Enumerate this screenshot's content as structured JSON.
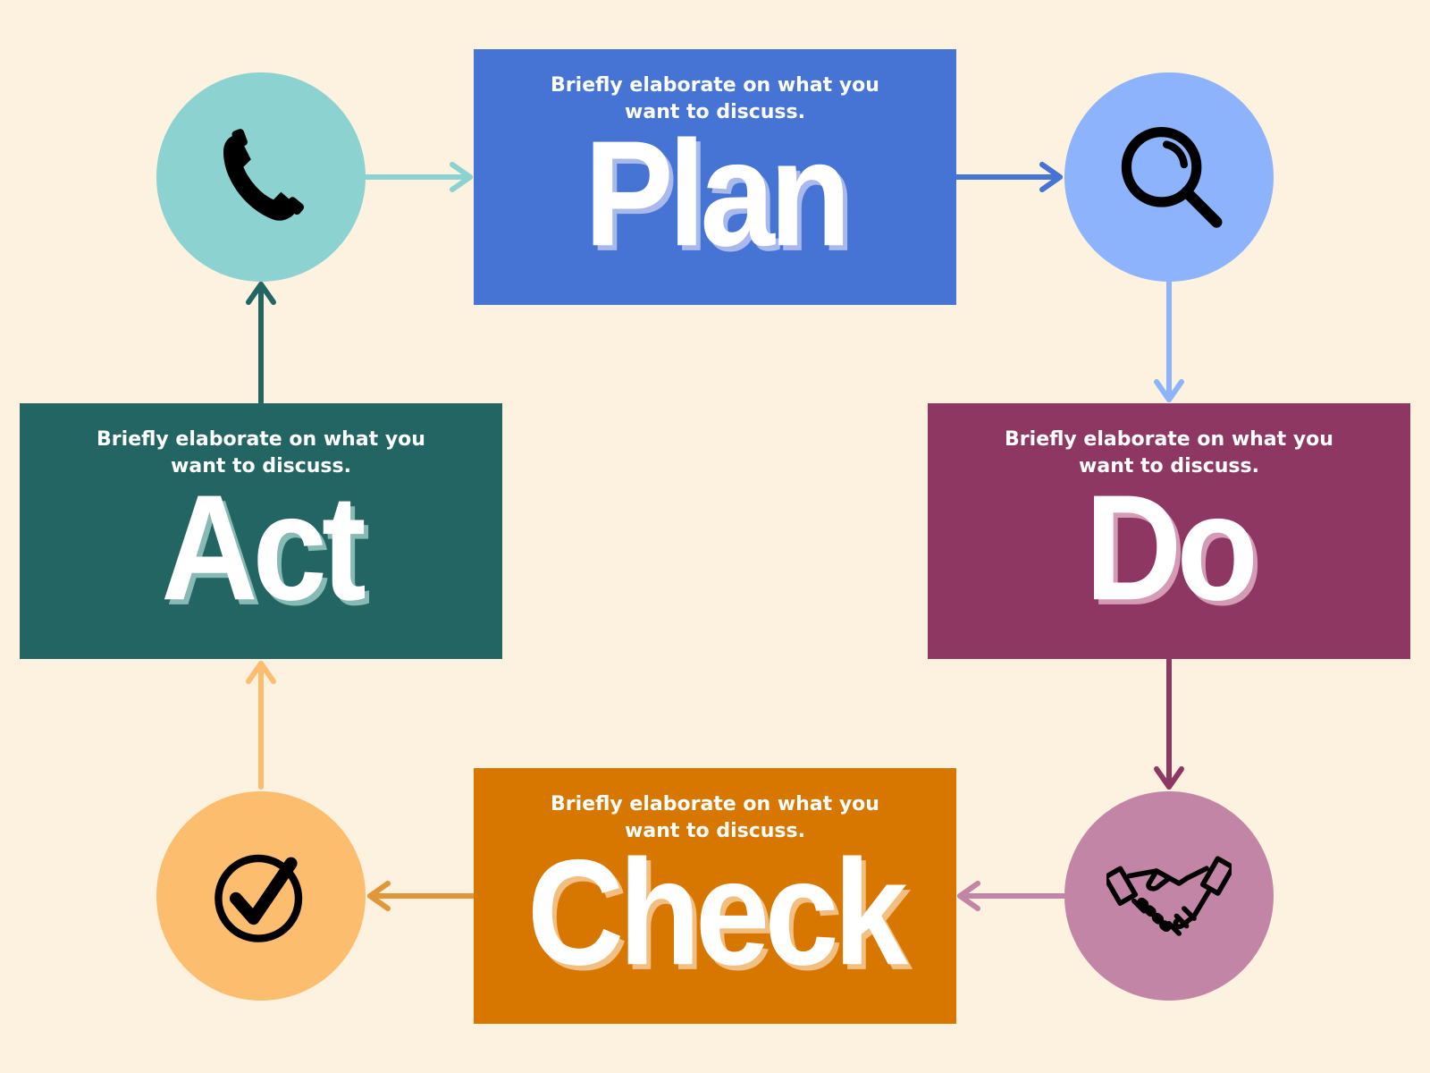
{
  "colors": {
    "background": "#fdf1df",
    "plan": "#4574d5",
    "do": "#8e3762",
    "check": "#d87700",
    "act": "#226563",
    "phone_circle": "#8cd2d0",
    "search_circle": "#8cb3fc",
    "handshake_circle": "#c385a5",
    "check_circle": "#fdbd6e"
  },
  "steps": {
    "plan": {
      "description": "Briefly elaborate on what you want to discuss.",
      "title": "Plan"
    },
    "do": {
      "description": "Briefly elaborate on what you want to discuss.",
      "title": "Do"
    },
    "check": {
      "description": "Briefly elaborate on what you want to discuss.",
      "title": "Check"
    },
    "act": {
      "description": "Briefly elaborate on what you want to discuss.",
      "title": "Act"
    }
  },
  "icons": {
    "phone": "phone-icon",
    "search": "magnifier-icon",
    "handshake": "handshake-icon",
    "check": "checkmark-circle-icon"
  }
}
